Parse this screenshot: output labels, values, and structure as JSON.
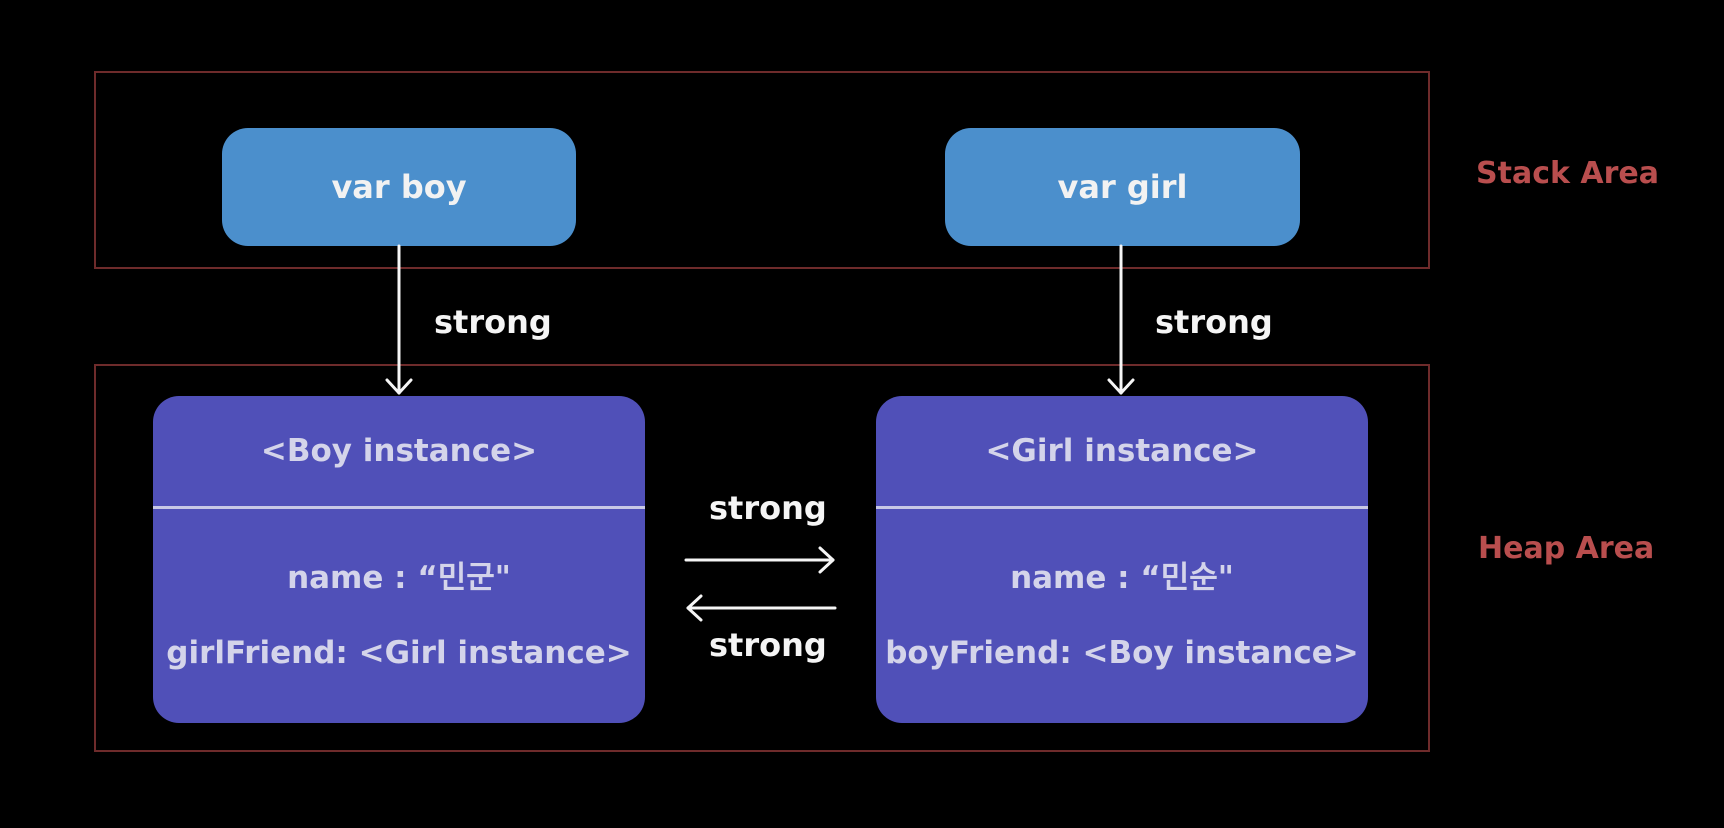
{
  "stack": {
    "label": "Stack Area",
    "vars": [
      {
        "label": "var boy"
      },
      {
        "label": "var girl"
      }
    ]
  },
  "heap": {
    "label": "Heap Area",
    "boy_instance": {
      "title": "<Boy instance>",
      "name_line": "name : “민군\"",
      "ref_line": "girlFriend: <Girl instance>"
    },
    "girl_instance": {
      "title": "<Girl instance>",
      "name_line": "name : “민순\"",
      "ref_line": "boyFriend: <Boy instance>"
    }
  },
  "edges": {
    "boy_var_to_instance": "strong",
    "girl_var_to_instance": "strong",
    "boy_to_girl": "strong",
    "girl_to_boy": "strong"
  },
  "colors": {
    "background": "#000000",
    "frame": "#6e2b2b",
    "area_label": "#b94e4e",
    "var_box": "#4b8fcc",
    "instance_box": "#5050b8",
    "arrow": "#f5f5f5"
  }
}
